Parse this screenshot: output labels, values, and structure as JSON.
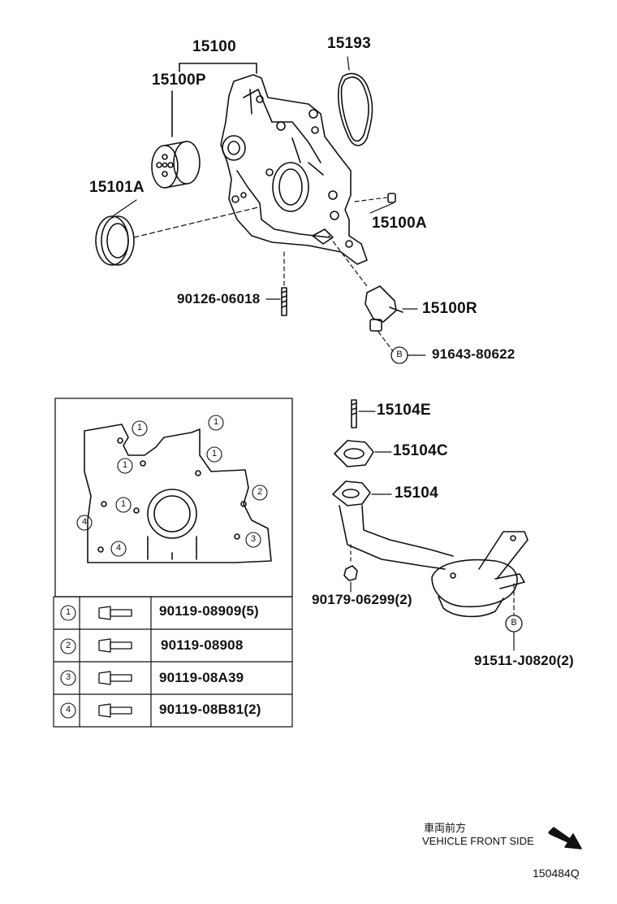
{
  "parts": {
    "p15100": "15100",
    "p15100P": "15100P",
    "p15193": "15193",
    "p15101A": "15101A",
    "p15100A": "15100A",
    "p90126": "90126-06018",
    "p15100R": "15100R",
    "p91643": "91643-80622",
    "p15104E": "15104E",
    "p15104C": "15104C",
    "p15104": "15104",
    "p90179": "90179-06299(2)",
    "p91511": "91511-J0820(2)"
  },
  "bolt_table": {
    "rows": [
      {
        "marker": "1",
        "part": "90119-08909(5)"
      },
      {
        "marker": "2",
        "part": "90119-08908"
      },
      {
        "marker": "3",
        "part": "90119-08A39"
      },
      {
        "marker": "4",
        "part": "90119-08B81(2)"
      }
    ]
  },
  "inset_markers": [
    "1",
    "1",
    "1",
    "1",
    "1",
    "2",
    "3",
    "4",
    "4"
  ],
  "callouts": {
    "b1": "B",
    "b2": "B"
  },
  "footer": {
    "direction_jp": "車両前方",
    "direction_en": "VEHICLE FRONT SIDE",
    "figure_id": "150484Q"
  }
}
